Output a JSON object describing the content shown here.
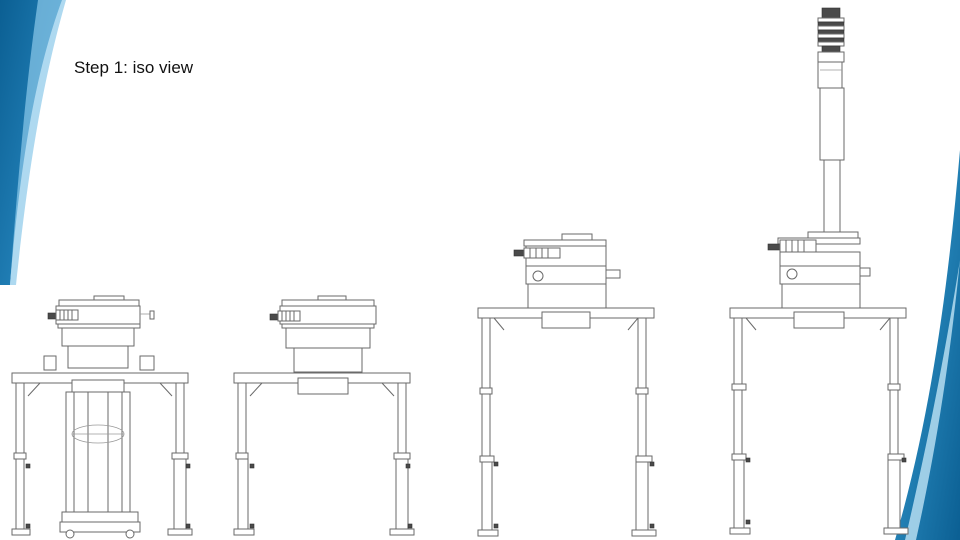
{
  "slide": {
    "title": "Step 1: iso view"
  },
  "theme": {
    "accent_dark": "#0b5f93",
    "accent_light": "#3a9fd4",
    "line": "#6a6a6a",
    "background": "#ffffff"
  },
  "illustrations": [
    {
      "stage": 1,
      "description_icon": "sieve-on-frame-with-lift-icon"
    },
    {
      "stage": 2,
      "description_icon": "sieve-on-frame-icon"
    },
    {
      "stage": 3,
      "description_icon": "sieve-raised-frame-icon"
    },
    {
      "stage": 4,
      "description_icon": "sieve-with-extended-column-icon"
    }
  ]
}
